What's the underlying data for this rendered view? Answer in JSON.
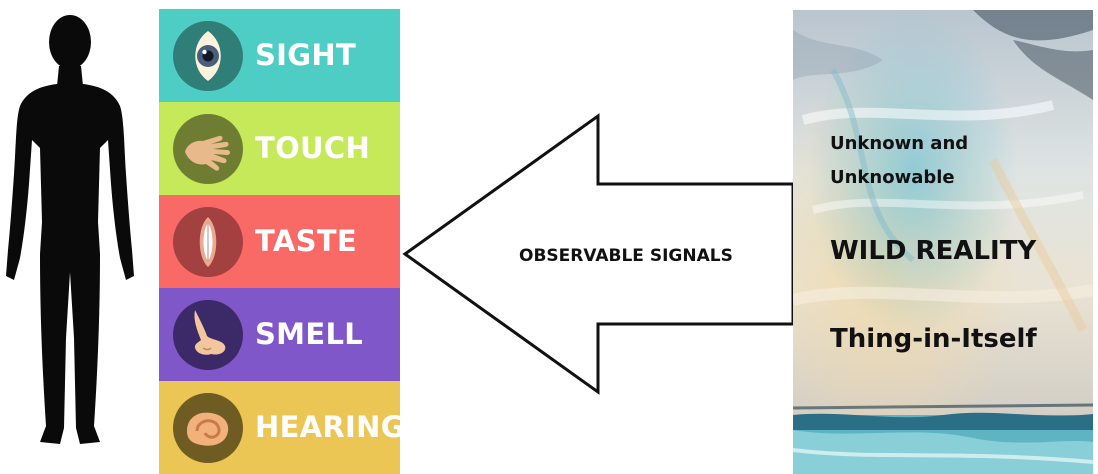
{
  "senses": [
    {
      "label": "SIGHT",
      "icon": "eye-icon",
      "color": "#4ecdc4"
    },
    {
      "label": "TOUCH",
      "icon": "hand-icon",
      "color": "#c6e95a"
    },
    {
      "label": "TASTE",
      "icon": "mouth-icon",
      "color": "#f96a66"
    },
    {
      "label": "SMELL",
      "icon": "nose-icon",
      "color": "#7f57c8"
    },
    {
      "label": "HEARING",
      "icon": "ear-icon",
      "color": "#ecc655"
    }
  ],
  "arrow": {
    "label": "OBSERVABLE SIGNALS"
  },
  "reality": {
    "line1": "Unknown and",
    "line2": "Unknowable",
    "title": "WILD REALITY",
    "subtitle": "Thing-in-Itself"
  }
}
